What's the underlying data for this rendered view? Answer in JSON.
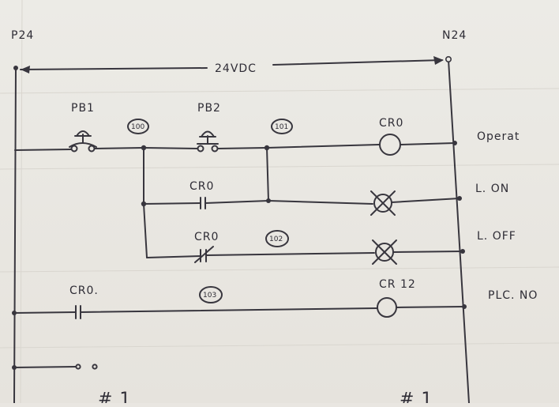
{
  "rails": {
    "left": "P24",
    "right": "N24",
    "supply": "24VDC"
  },
  "components": {
    "pb1": "PB1",
    "pb2": "PB2",
    "coil_cr0": "CR0",
    "contact_no_cr0": "CR0",
    "contact_nc_cr0": "CR0",
    "contact_cr0_rung4": "CR0.",
    "coil_cr12": "CR 12"
  },
  "nodes": {
    "n100": "100",
    "n101": "101",
    "n102": "102",
    "n103": "103"
  },
  "outputs": {
    "operate": "Operat",
    "lamp_on": "L. ON",
    "lamp_off": "L. OFF",
    "plc": "PLC. NO"
  },
  "footer": {
    "left": "# 1",
    "right": "# 1"
  }
}
